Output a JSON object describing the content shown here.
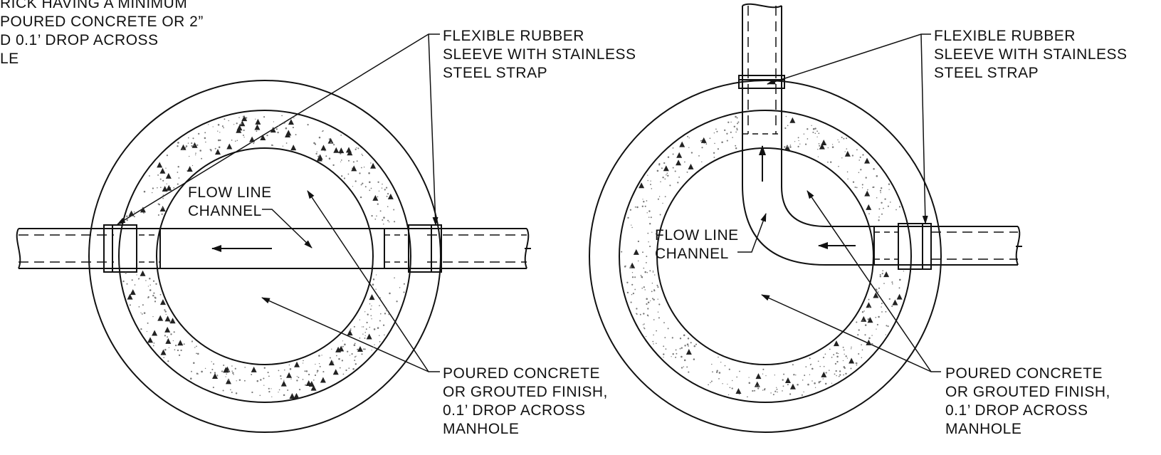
{
  "notes": {
    "top_left": [
      "RICK HAVING A MINIMUM",
      "POURED CONCRETE OR 2”",
      "D 0.1’ DROP ACROSS",
      "LE"
    ]
  },
  "left_plan": {
    "sleeve_label": [
      "FLEXIBLE RUBBER",
      "SLEEVE WITH STAINLESS",
      "STEEL STRAP"
    ],
    "channel_label": [
      "FLOW LINE",
      "CHANNEL"
    ],
    "finish_label": [
      "POURED CONCRETE",
      "OR GROUTED FINISH,",
      "0.1’ DROP ACROSS",
      "MANHOLE"
    ]
  },
  "right_plan": {
    "sleeve_label": [
      "FLEXIBLE RUBBER",
      "SLEEVE WITH STAINLESS",
      "STEEL STRAP"
    ],
    "channel_label": [
      "FLOW LINE",
      "CHANNEL"
    ],
    "finish_label": [
      "POURED CONCRETE",
      "OR GROUTED FINISH,",
      "0.1’ DROP ACROSS",
      "MANHOLE"
    ]
  },
  "colors": {
    "ink": "#111111",
    "paper": "#ffffff",
    "fill_dots": "#777777"
  }
}
